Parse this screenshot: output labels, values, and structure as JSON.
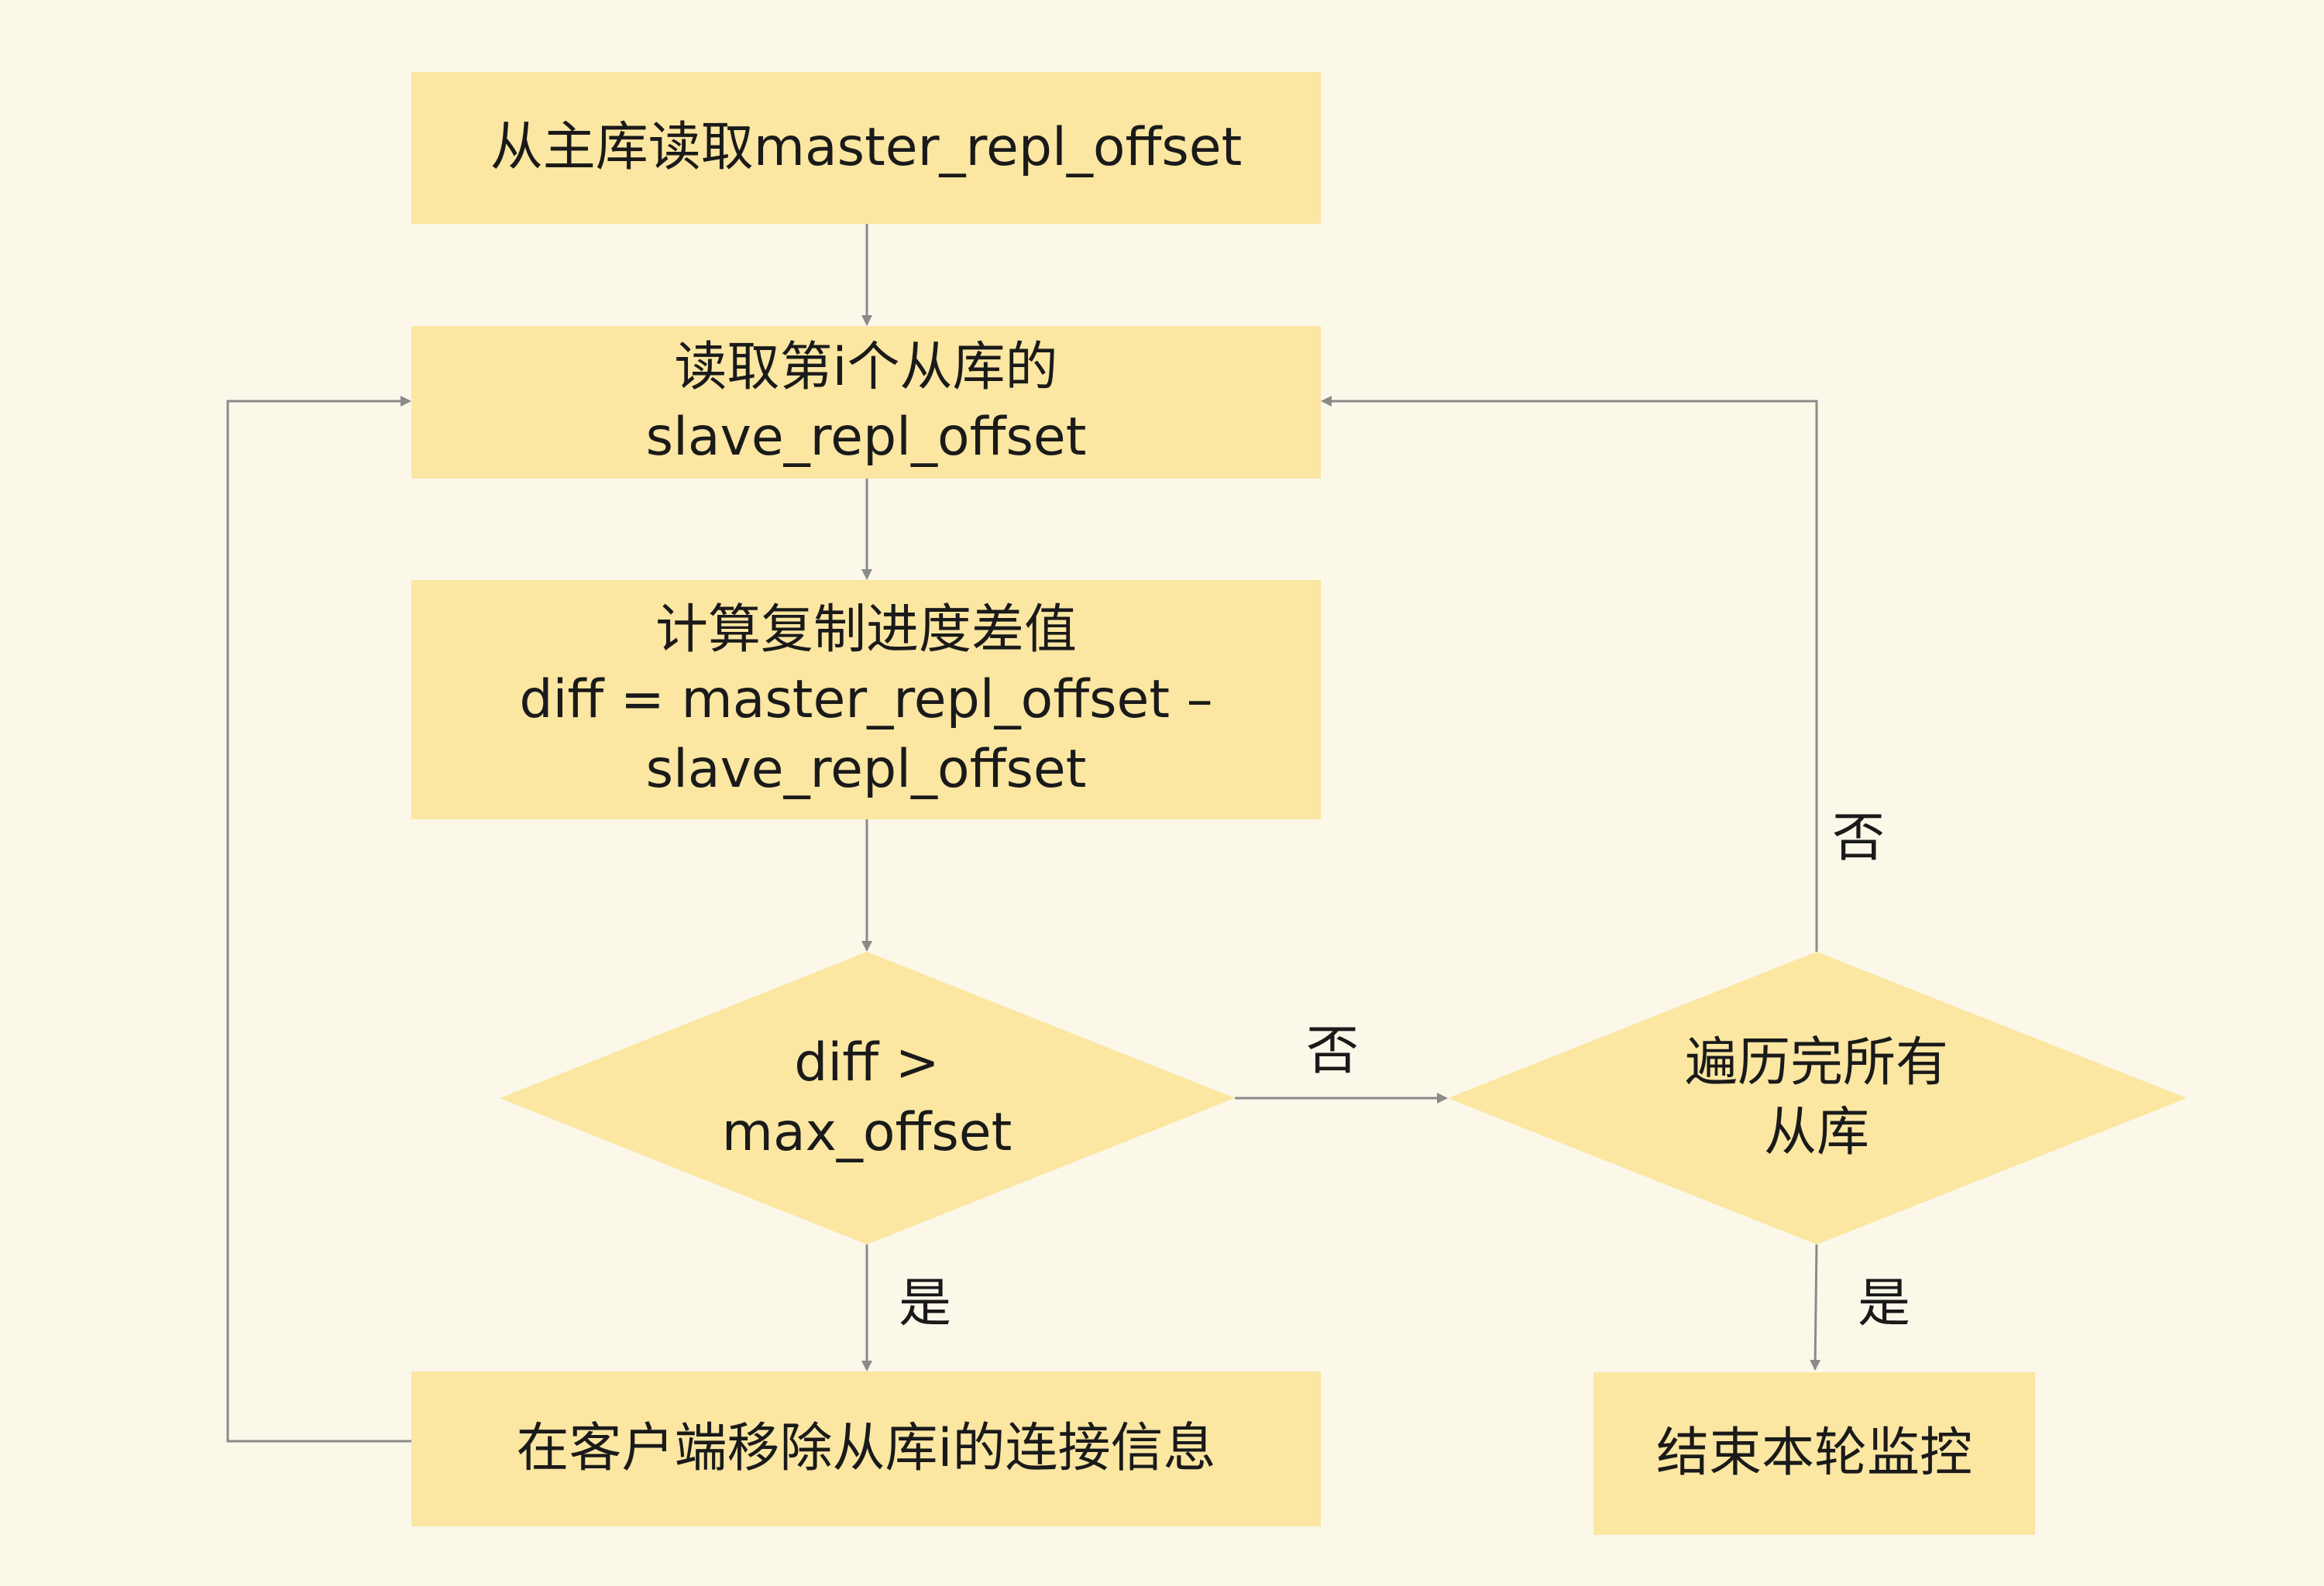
{
  "colors": {
    "background": "#fbf8ea",
    "node_fill": "#fbe6a2",
    "edge": "#8a8a8a",
    "text": "#1a1a1a"
  },
  "nodes": {
    "read_master": {
      "lines": [
        "从主库读取master_repl_offset"
      ]
    },
    "read_slave": {
      "lines": [
        "读取第i个从库的",
        "slave_repl_offset"
      ]
    },
    "calc_diff": {
      "lines": [
        "计算复制进度差值",
        "diff = master_repl_offset –",
        "slave_repl_offset"
      ]
    },
    "check_diff": {
      "lines": [
        "diff >",
        "max_offset"
      ]
    },
    "check_all": {
      "lines": [
        "遍历完所有",
        "从库"
      ]
    },
    "remove_conn": {
      "lines": [
        "在客户端移除从库i的连接信息"
      ]
    },
    "end_monitor": {
      "lines": [
        "结束本轮监控"
      ]
    }
  },
  "edges": {
    "diff_no": "否",
    "diff_yes": "是",
    "all_no": "否",
    "all_yes": "是"
  }
}
